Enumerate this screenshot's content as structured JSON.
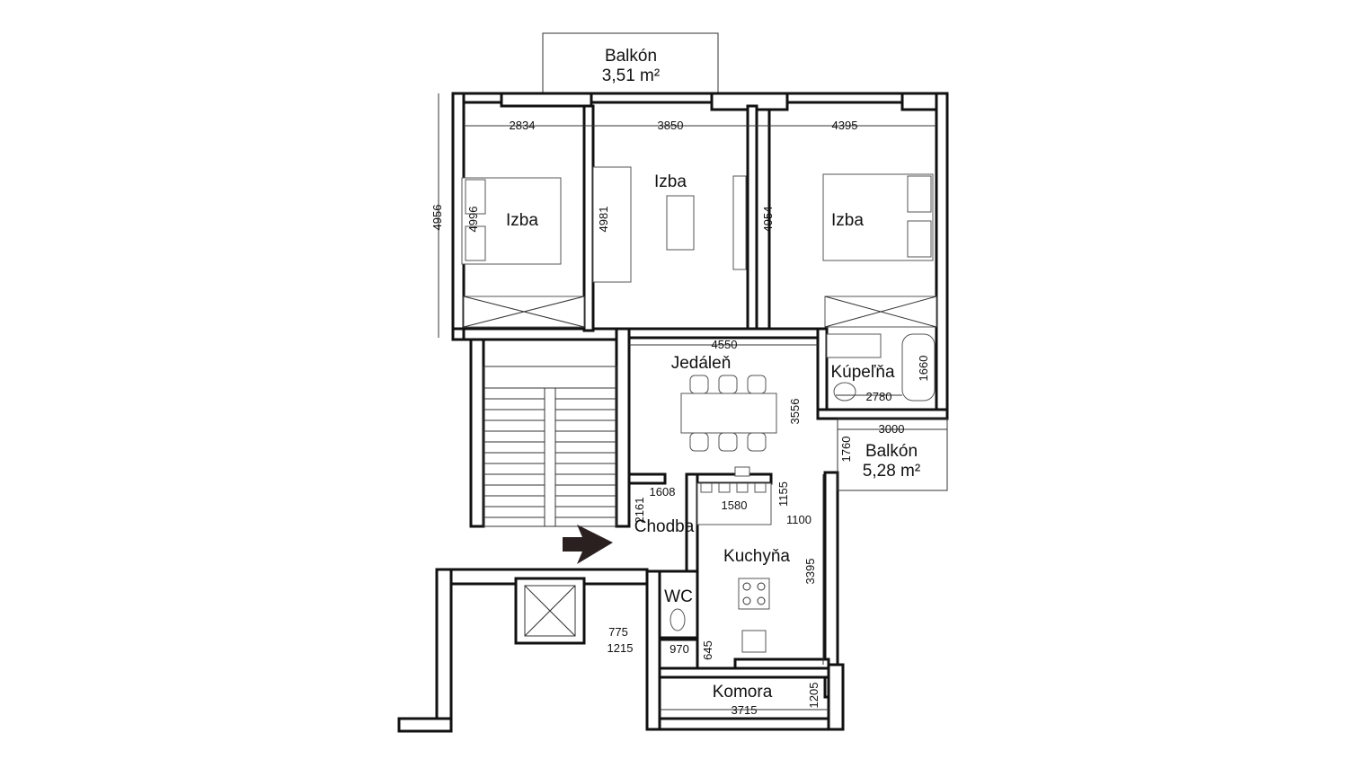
{
  "rooms": {
    "balkon_top_name": "Balkón",
    "balkon_top_area": "3,51 m²",
    "izba_left": "Izba",
    "izba_center": "Izba",
    "izba_right": "Izba",
    "jedalen": "Jedáleň",
    "kupelna": "Kúpeľňa",
    "balkon_right_name": "Balkón",
    "balkon_right_area": "5,28 m²",
    "chodba": "Chodba",
    "kuchyna": "Kuchyňa",
    "wc": "WC",
    "komora": "Komora"
  },
  "dimensions": {
    "d2834": "2834",
    "d3850": "3850",
    "d4395": "4395",
    "d4956": "4956",
    "d4996": "4996",
    "d4981": "4981",
    "d4954": "4954",
    "d4550": "4550",
    "d1660": "1660",
    "d2780": "2780",
    "d3556": "3556",
    "d3000": "3000",
    "d1760": "1760",
    "d1608": "1608",
    "d2161": "2161",
    "d1580": "1580",
    "d1155": "1155",
    "d1100": "1100",
    "d3395": "3395",
    "d775": "775",
    "d1215": "1215",
    "d970": "970",
    "d645": "645",
    "d1205": "1205",
    "d3715": "3715"
  }
}
